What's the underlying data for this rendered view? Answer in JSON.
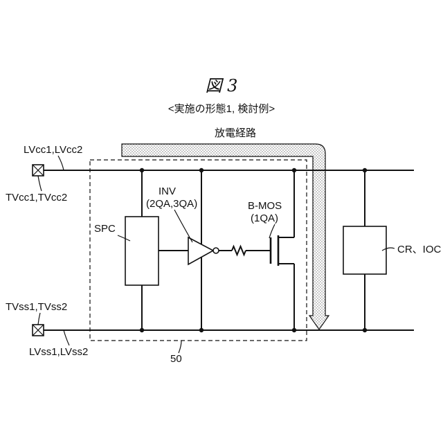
{
  "figure": {
    "title": "図 3",
    "subtitle": "<実施の形態1, 検討例>"
  },
  "labels": {
    "discharge_path": "放電経路",
    "lvcc": "LVcc1,LVcc2",
    "tvcc": "TVcc1,TVcc2",
    "tvss": "TVss1,TVss2",
    "lvss": "LVss1,LVss2",
    "spc": "SPC",
    "inv_name": "INV",
    "inv_parts": "(2QA,3QA)",
    "bmos_name": "B-MOS",
    "bmos_part": "(1QA)",
    "cr_ioc": "CR、IOC",
    "ref_50": "50"
  },
  "icons": [
    "vcc-terminal-icon",
    "vss-terminal-icon",
    "inverter-icon",
    "resistor-icon",
    "mosfet-icon",
    "discharge-arrow-icon"
  ]
}
